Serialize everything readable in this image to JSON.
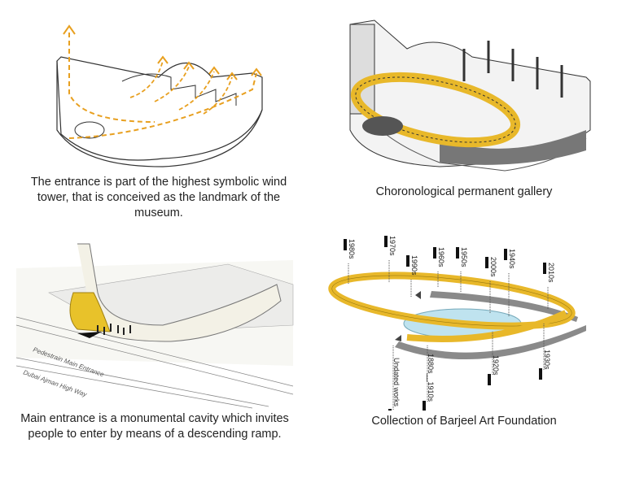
{
  "panels": {
    "wind_tower": {
      "caption": [
        "The entrance is part of the highest symbolic wind",
        "tower, that is conceived as the landmark of the",
        "museum."
      ]
    },
    "gallery": {
      "caption": "Choronological permanent gallery"
    },
    "entrance": {
      "caption": [
        "Main entrance is a monumental cavity which invites",
        "people to enter by means of a descending ramp."
      ],
      "labels": {
        "pedestrian": "Pedestrain Main Entrance",
        "highway": "Dubai Ajman High Way"
      }
    },
    "collection": {
      "caption": "Collection of Barjeel Art Foundation",
      "decade_labels": [
        "1980s",
        "1970s",
        "1990s",
        "1960s",
        "1950s",
        "2000s",
        "1940s",
        "2010s",
        "Undated works",
        "1880s__1910s",
        "1920s",
        "1930s"
      ]
    }
  },
  "colors": {
    "accent": "#e8b82a",
    "ramp": "#8a8a8a",
    "water": "#bfe3ef"
  }
}
